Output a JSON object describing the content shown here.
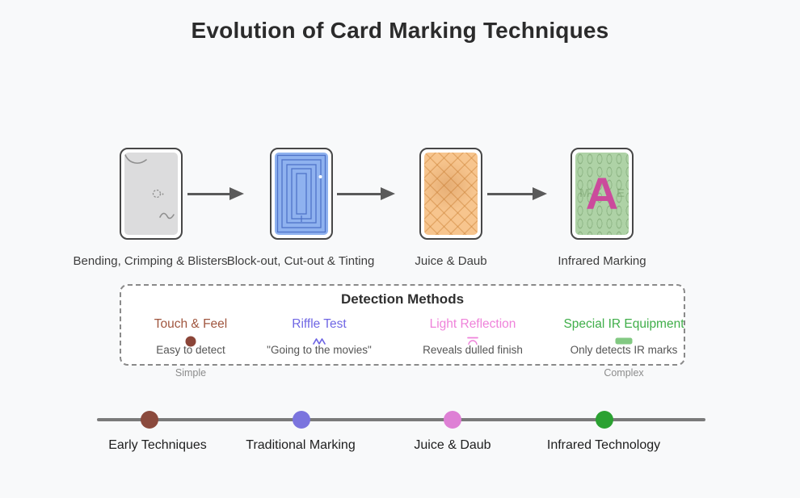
{
  "title": "Evolution of Card Marking Techniques",
  "colors": {
    "arrow": "#5a5a5a",
    "timeline_line": "#7a7a7a",
    "card_border": "#474747"
  },
  "techniques": [
    {
      "label": "Bending, Crimping & Blisters",
      "card_color": "#dcdcdd",
      "mark_color": "#8f8f8f"
    },
    {
      "label": "Block-out, Cut-out & Tinting",
      "card_color": "#8fb2ef",
      "mark_color": "#4f73c8"
    },
    {
      "label": "Juice & Daub",
      "card_color": "#f7c58e",
      "mark_color": "#cd843a"
    },
    {
      "label": "Infrared Marking",
      "card_color": "#aed2a6",
      "mark_letter": "A",
      "mark_color": "#cb4b9c",
      "watermark_left": "M",
      "watermark_right": "E"
    }
  ],
  "detection": {
    "title": "Detection Methods",
    "methods": [
      {
        "name": "Touch & Feel",
        "name_color": "#a0563f",
        "icon": "dot-icon",
        "icon_color": "#8b4538",
        "description": "Easy to detect"
      },
      {
        "name": "Riffle Test",
        "name_color": "#6f66e4",
        "icon": "zigzag-icon",
        "icon_color": "#6f66e4",
        "description": "\"Going to the movies\""
      },
      {
        "name": "Light Reflection",
        "name_color": "#ef82da",
        "icon": "reflection-icon",
        "icon_color": "#ef82da",
        "description": "Reveals dulled finish"
      },
      {
        "name": "Special IR Equipment",
        "name_color": "#3fae49",
        "icon": "ir-chip-icon",
        "icon_color": "#82c982",
        "description": "Only detects IR marks"
      }
    ],
    "scale_left": "Simple",
    "scale_right": "Complex"
  },
  "timeline": [
    {
      "label": "Early Techniques",
      "color": "#8b4a3d"
    },
    {
      "label": "Traditional Marking",
      "color": "#7b74de"
    },
    {
      "label": "Juice & Daub",
      "color": "#de80d5"
    },
    {
      "label": "Infrared Technology",
      "color": "#2ba132"
    }
  ]
}
